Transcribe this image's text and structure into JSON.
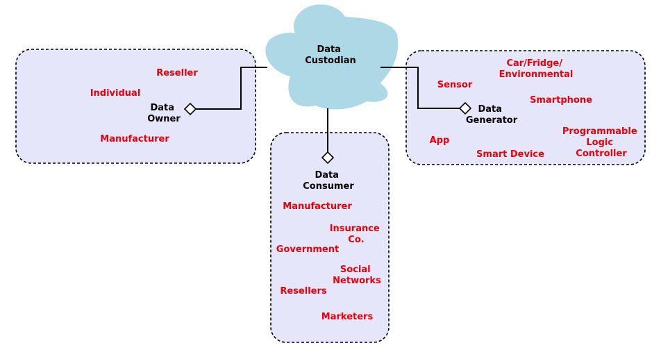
{
  "custodian": {
    "label": [
      "Data",
      "Custodian"
    ]
  },
  "owner": {
    "label": [
      "Data",
      "Owner"
    ],
    "items": [
      [
        "Reseller"
      ],
      [
        "Individual"
      ],
      [
        "Manufacturer"
      ]
    ]
  },
  "consumer": {
    "label": [
      "Data",
      "Consumer"
    ],
    "items": [
      [
        "Manufacturer"
      ],
      [
        "Insurance",
        "Co."
      ],
      [
        "Government"
      ],
      [
        "Social",
        "Networks"
      ],
      [
        "Resellers"
      ],
      [
        "Marketers"
      ]
    ]
  },
  "generator": {
    "label": [
      "Data",
      "Generator"
    ],
    "items": [
      [
        "Car/Fridge/",
        "Environmental"
      ],
      [
        "Sensor"
      ],
      [
        "Smartphone"
      ],
      [
        "Programmable",
        "Logic",
        "Controller"
      ],
      [
        "App"
      ],
      [
        "Smart Device"
      ]
    ]
  },
  "colors": {
    "cloud": "#add8e6",
    "group_fill": "#e6e6fa",
    "item_text": "#e8000b",
    "label_text": "#000000"
  }
}
